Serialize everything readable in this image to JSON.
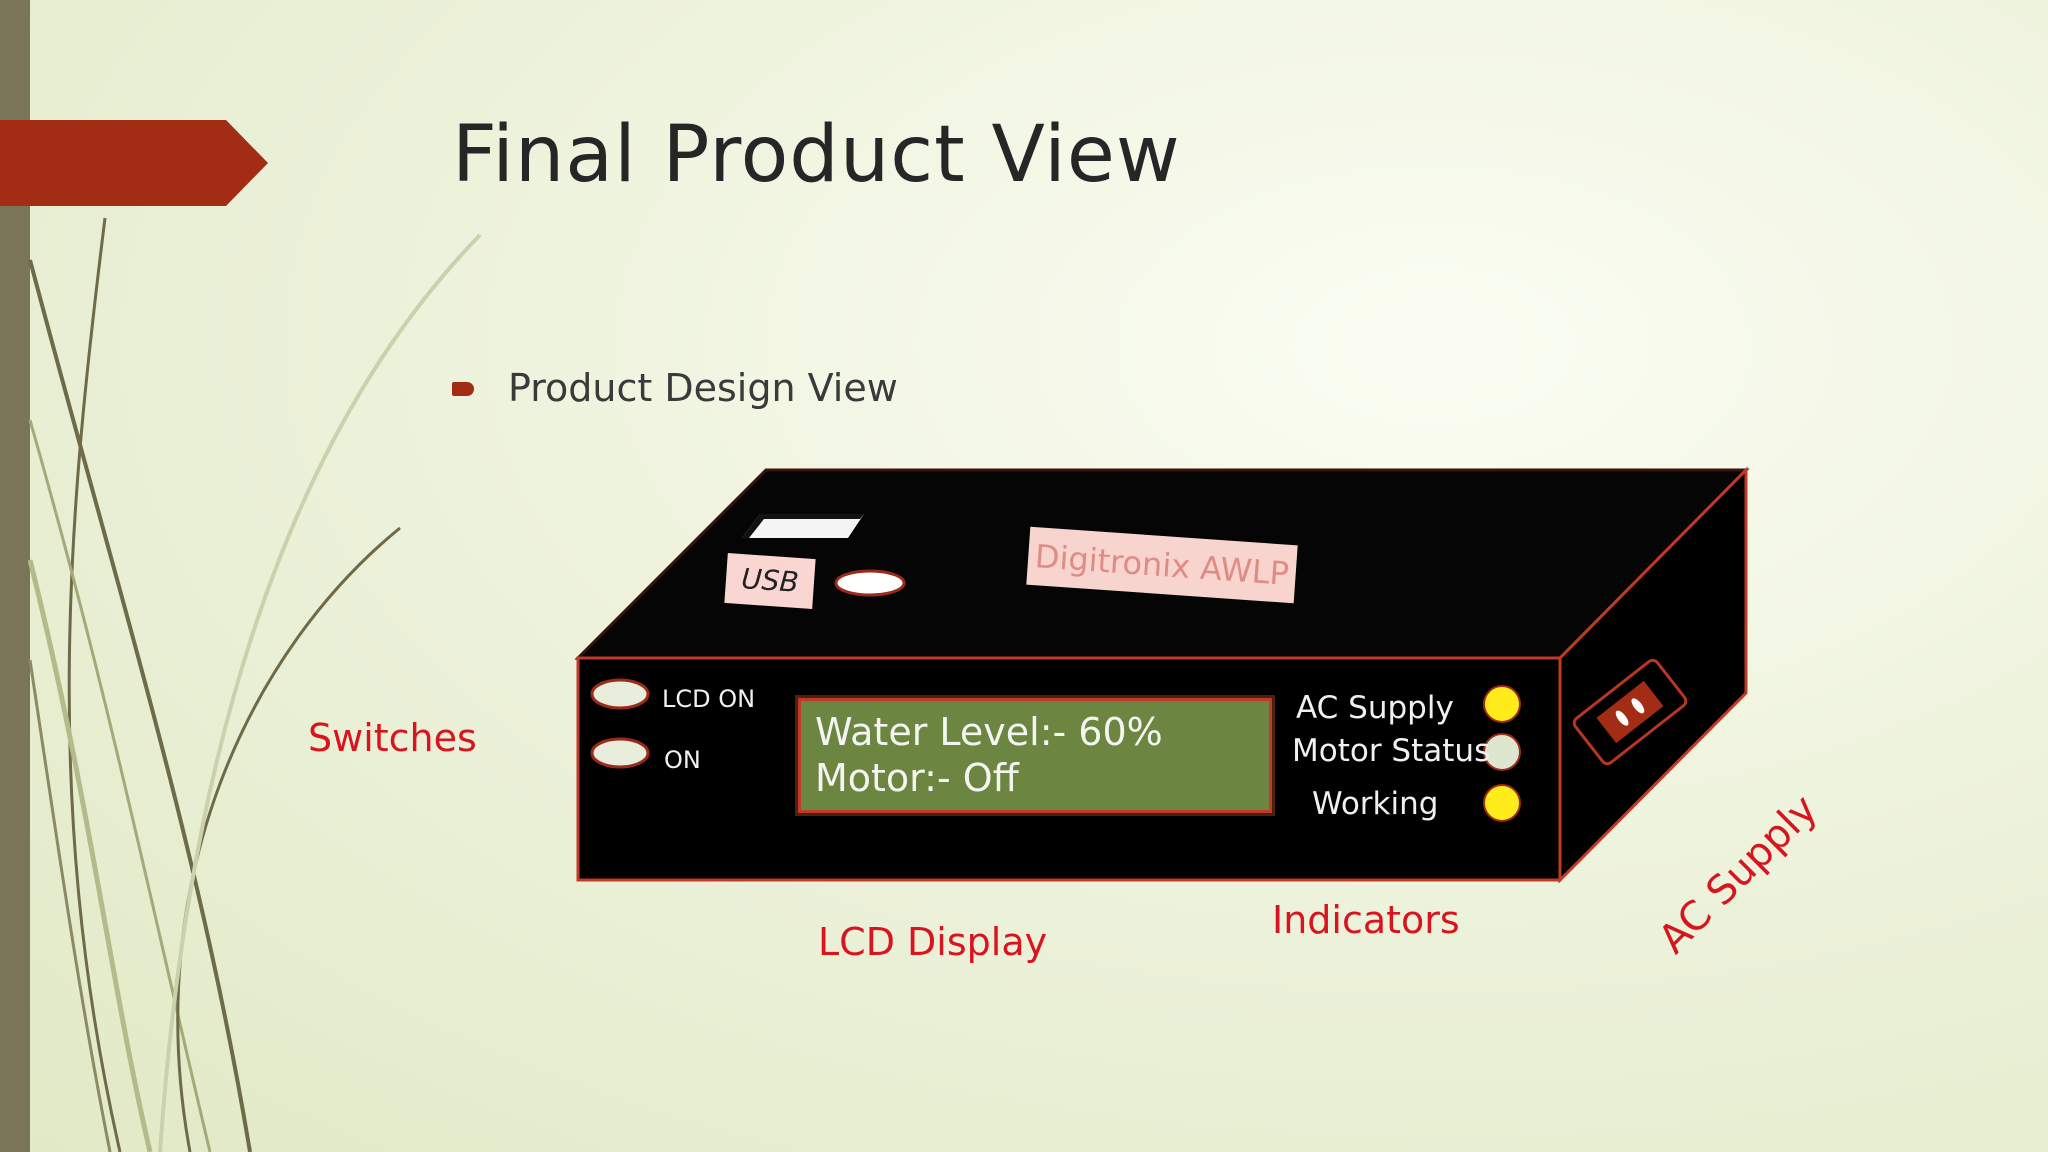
{
  "slide": {
    "title": "Final Product View",
    "bullet": "Product Design View"
  },
  "device": {
    "usb_label": "USB",
    "brand_label": "Digitronix AWLP",
    "switches": [
      {
        "label": "LCD ON"
      },
      {
        "label": "ON"
      }
    ],
    "lcd": {
      "line1": "Water Level:- 60%",
      "line2": "Motor:- Off"
    },
    "indicators": [
      {
        "label": "AC Supply",
        "color": "#ffec1a"
      },
      {
        "label": "Motor Status",
        "color": "#dfe6cf"
      },
      {
        "label": "Working",
        "color": "#ffec1a"
      }
    ]
  },
  "callouts": {
    "switches": "Switches",
    "lcd_display": "LCD Display",
    "indicators": "Indicators",
    "ac_supply": "AC Supply"
  },
  "colors": {
    "accent": "#a32c14",
    "callout": "#d8141e",
    "lcd_background": "#6c8541",
    "device_body": "#000000"
  }
}
